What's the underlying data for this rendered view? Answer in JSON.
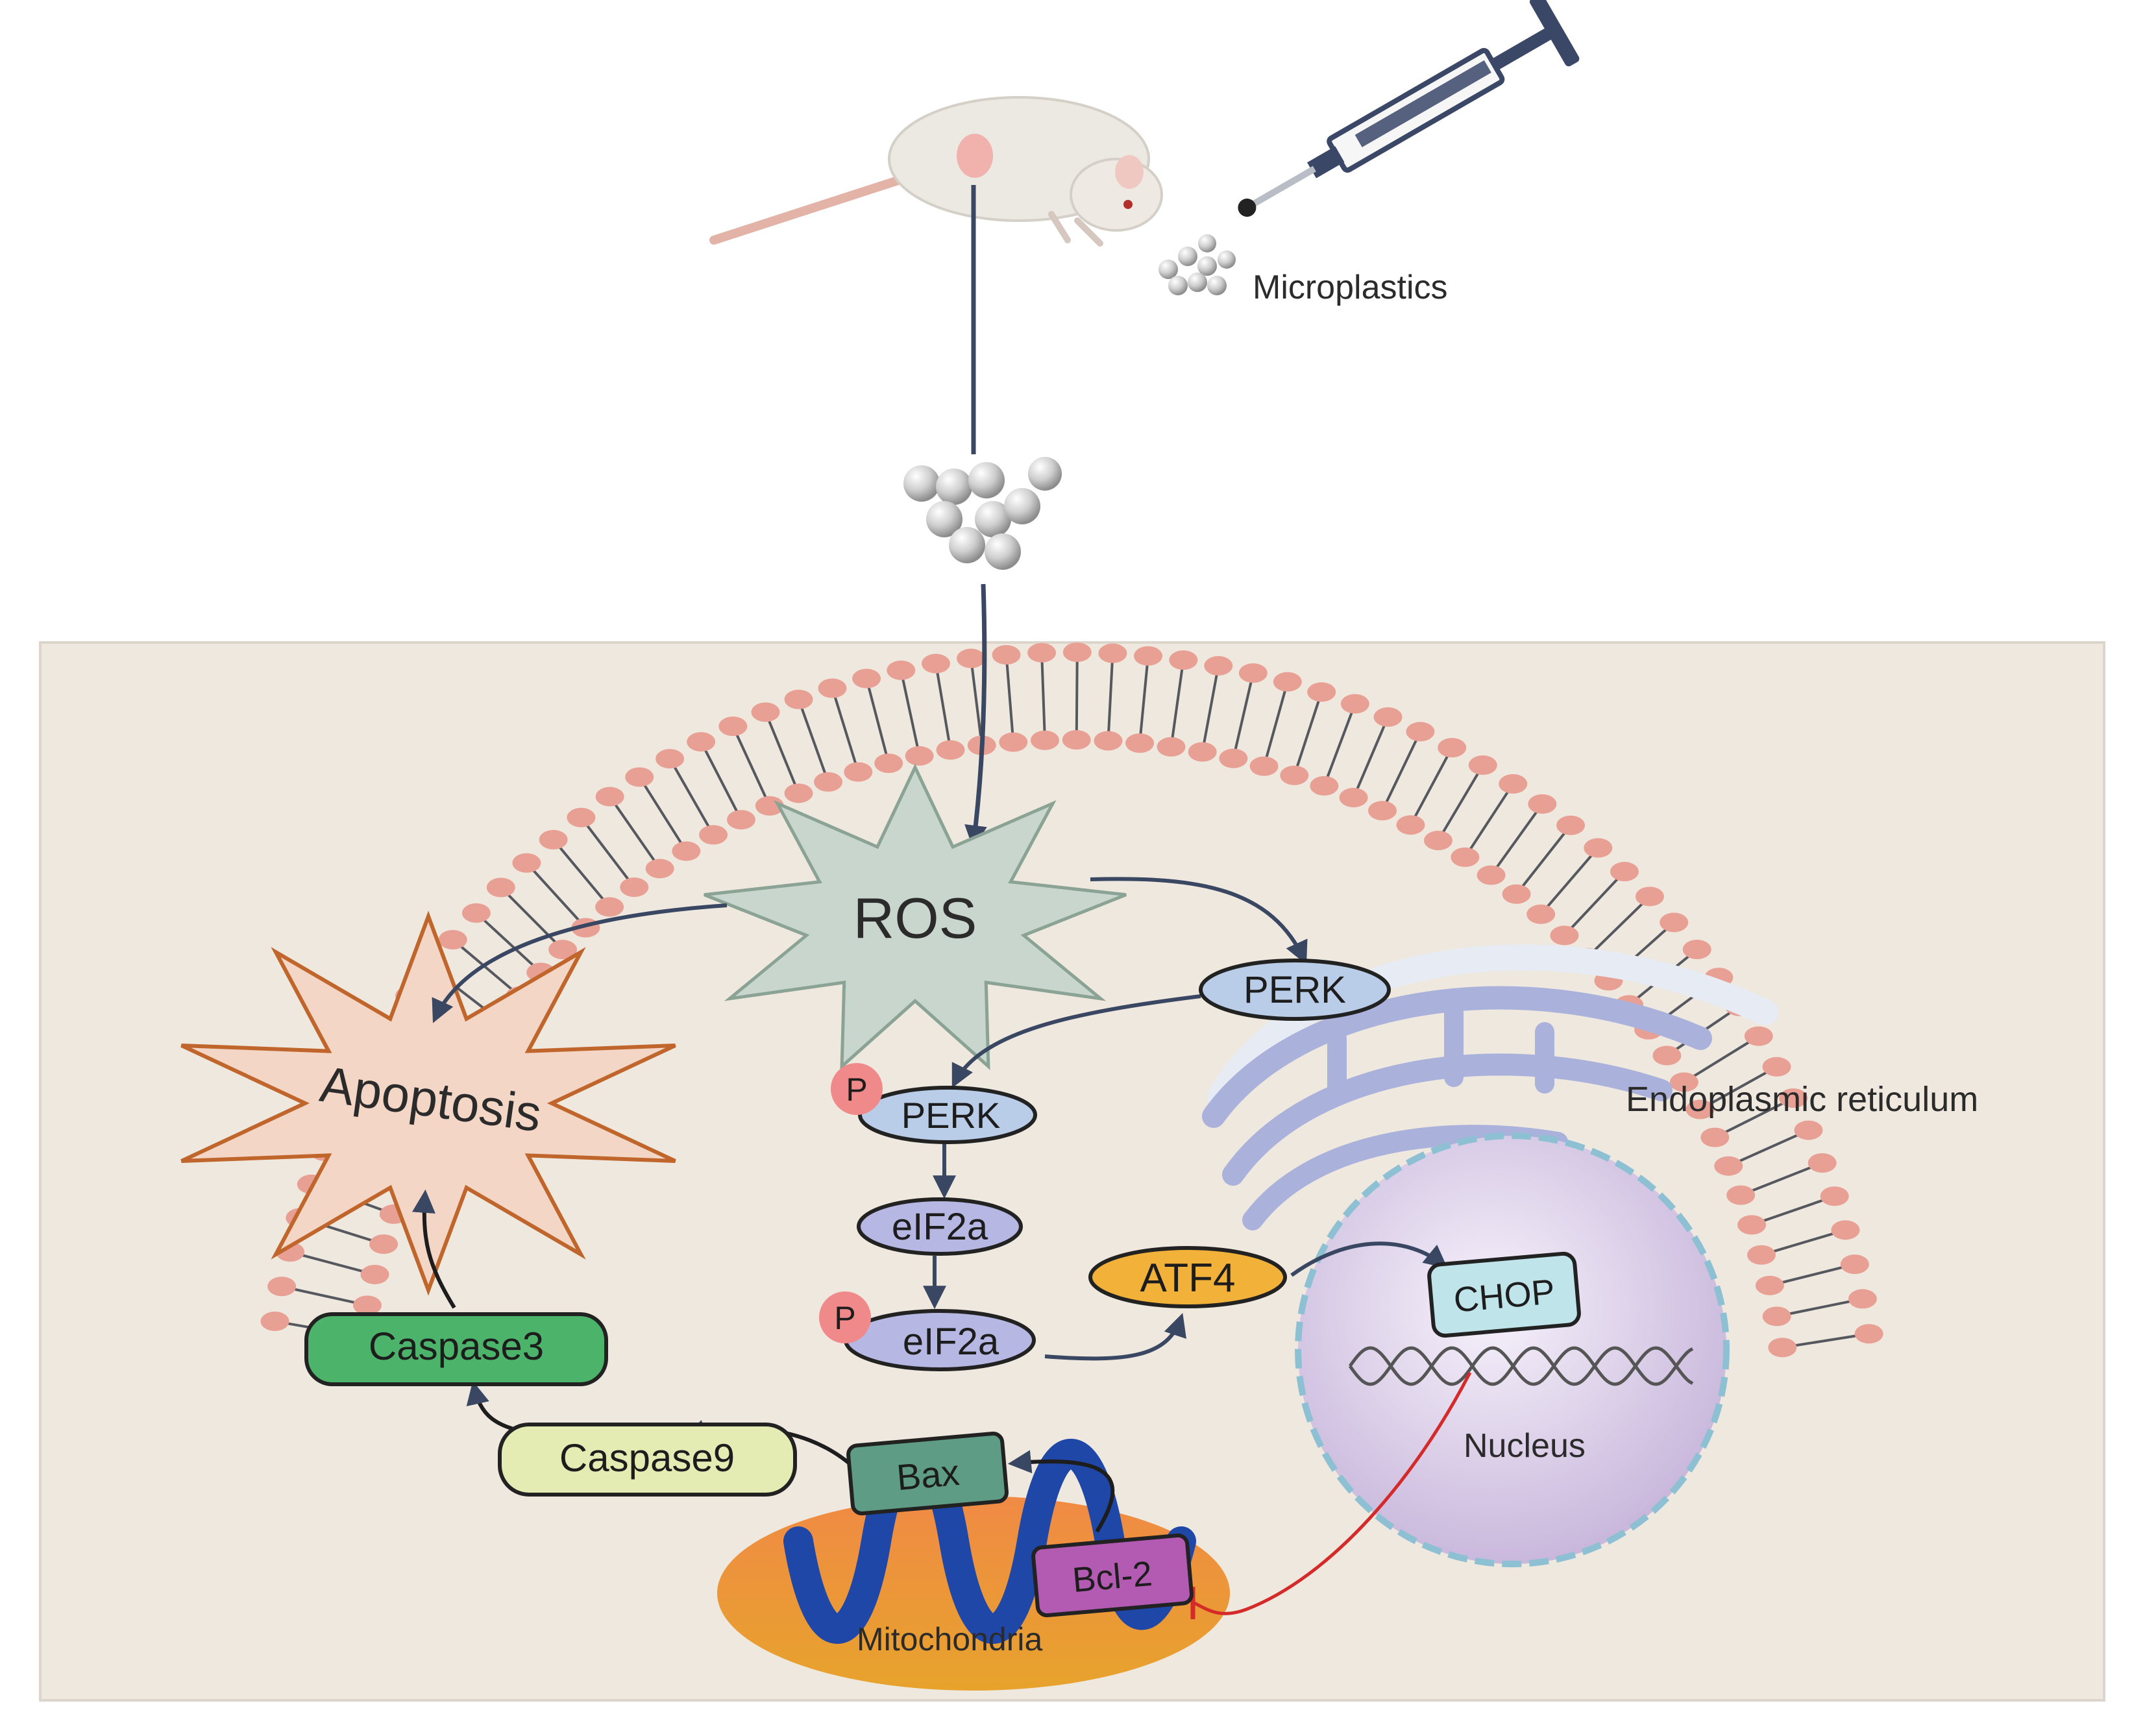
{
  "labels": {
    "microplastics": "Microplastics",
    "ros": "ROS",
    "apoptosis": "Apoptosis",
    "perk": "PERK",
    "p_perk": "PERK",
    "eif2a": "eIF2a",
    "p_eif2a": "eIF2a",
    "phospho": "P",
    "atf4": "ATF4",
    "chop": "CHOP",
    "er": "Endoplasmic reticulum",
    "nucleus": "Nucleus",
    "caspase3": "Caspase3",
    "caspase9": "Caspase9",
    "bax": "Bax",
    "bcl2": "Bcl-2",
    "mitochondria": "Mitochondria"
  },
  "colors": {
    "cell_bg": "#efe8de",
    "membrane_head": "#e9a094",
    "arrow": "#3a4763",
    "inhibit": "#d42a2a",
    "ros_fill": "#c9d6ce",
    "apoptosis_fill": "#f3d6c6",
    "apoptosis_stroke": "#c0662c",
    "perk_fill": "#b9cde8",
    "eif2a_fill": "#b6b7e2",
    "atf4_fill": "#f2b23a",
    "chop_fill": "#bfe4ea",
    "caspase3_fill": "#4cb46a",
    "caspase9_fill": "#e4ecb4",
    "bax_fill": "#5e9c86",
    "bcl2_fill": "#b35ab2",
    "mito_fill": "#ea7a33",
    "mito_cristae": "#1f47a8",
    "nucleus_fill": "#e4d9ee",
    "er_fill": "#aab2dc"
  }
}
